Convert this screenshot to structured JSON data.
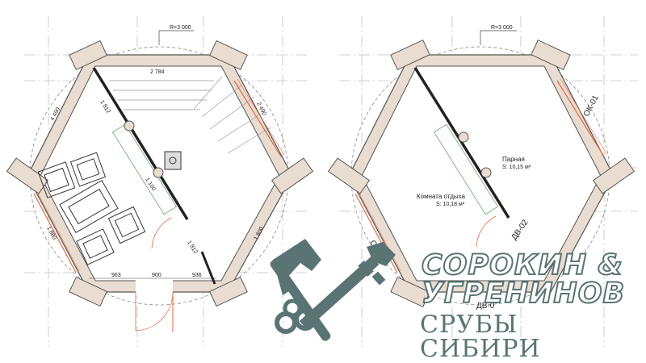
{
  "colors": {
    "wall": "#e9dcd0",
    "wall_stroke": "#666666",
    "grid": "#bdbdbd",
    "door_swing": "#e06a40",
    "logo": "#5a7474"
  },
  "plans": {
    "left": {
      "radius_label": "R=3 000",
      "dims": {
        "top": "2 784",
        "upper_left": "4 490",
        "upper_right": "2 490",
        "lower_left": "1 880",
        "lower_right": "1 800",
        "partition_upper": "1 812",
        "partition_mid": "1 100",
        "partition_lower": "1 812",
        "bottom_a": "963",
        "bottom_b": "900",
        "bottom_c": "936"
      }
    },
    "right": {
      "radius_label": "R=3 000",
      "room_steam_name": "Парная",
      "room_steam_area": "S: 10,15 м²",
      "room_rest_name": "Комната отдыха",
      "room_rest_area": "S: 10,18 м²",
      "window_top_right": "ОК-01",
      "window_left": "ОК-",
      "door_inner": "ДВ-02",
      "door_outer": "ДВ-0"
    }
  },
  "logo": {
    "line1": "СОРОКИН &",
    "line2": "УГРЕНИНОВ",
    "line3": "СРУБЫ СИБИРИ"
  }
}
